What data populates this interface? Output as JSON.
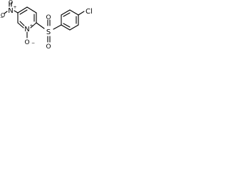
{
  "molecule": {
    "atoms": {
      "chlorine": "Cl",
      "sulfur": "S",
      "sulfonyl_oxygen_top": "O",
      "sulfonyl_oxygen_bottom": "O",
      "ring_nitrogen": "N",
      "n_oxide_oxygen": "O",
      "nitro_nitrogen": "N",
      "nitro_oxygen_double": "O",
      "nitro_oxygen_single": "O"
    },
    "charges": {
      "ring_nitrogen": "+",
      "n_oxide_oxygen": "−",
      "nitro_nitrogen": "+",
      "nitro_oxygen_single": "−"
    },
    "line_color": "#000000"
  }
}
